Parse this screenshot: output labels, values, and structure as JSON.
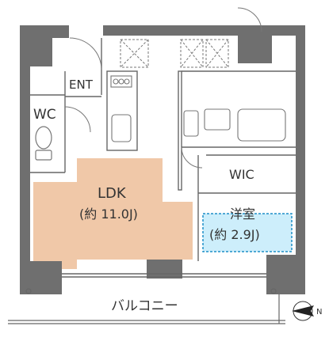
{
  "rooms": {
    "entrance": "ENT",
    "toilet": "WC",
    "living": "LDK",
    "living_size": "(約 11.0J)",
    "closet": "WIC",
    "bedroom": "洋室",
    "bedroom_size": "(約 2.9J)"
  },
  "balcony": "バルコニー",
  "compass": "N",
  "colors": {
    "wall": "#6f6f6f",
    "floor_ldk": "#f0c8a8",
    "floor_bedroom": "#cdeefb",
    "bedroom_outline": "#1e8fc8",
    "line": "#666666"
  }
}
